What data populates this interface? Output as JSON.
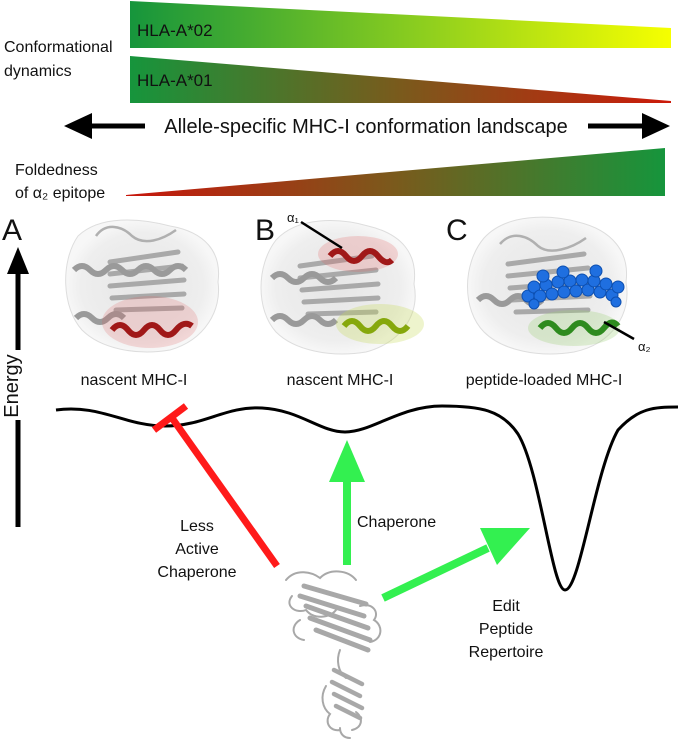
{
  "dynamics": {
    "label_line1": "Conformational",
    "label_line2": "dynamics",
    "allele_a02": "HLA-A*02",
    "allele_a01": "HLA-A*01"
  },
  "landscape": {
    "label": "Allele-specific MHC-I conformation landscape"
  },
  "foldedness": {
    "label_line1": "Foldedness",
    "label_line2": "of α₂ epitope"
  },
  "panels": {
    "a": {
      "letter": "A",
      "caption": "nascent MHC-I"
    },
    "b": {
      "letter": "B",
      "caption": "nascent MHC-I",
      "helix_label": "α₁"
    },
    "c": {
      "letter": "C",
      "caption": "peptide-loaded MHC-I",
      "helix_label": "α₂"
    }
  },
  "energy_axis": {
    "label": "Energy"
  },
  "arrows": {
    "less_active": {
      "line1": "Less",
      "line2": "Active",
      "line3": "Chaperone",
      "color": "#ff1a1a"
    },
    "chaperone": {
      "label": "Chaperone",
      "color": "#33f050"
    },
    "edit": {
      "line1": "Edit",
      "line2": "Peptide",
      "line3": "Repertoire",
      "color": "#33f050"
    }
  },
  "colors": {
    "green": "#1a9b3c",
    "yellow": "#f5ff00",
    "red": "#c0180f",
    "helix_red": "#a01818",
    "helix_yellowgreen": "#86a80c",
    "helix_green": "#2e8b1e",
    "peptide_blue": "#1f6fe0"
  }
}
